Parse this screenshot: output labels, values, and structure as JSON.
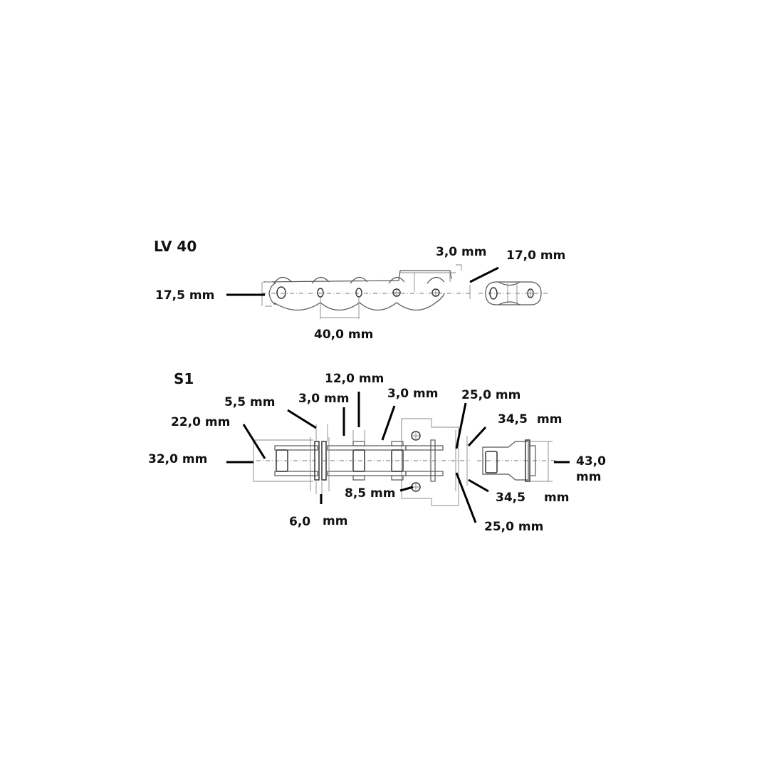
{
  "lv40": {
    "title": "LV 40",
    "dims": {
      "height": "17,5 mm",
      "pitch": "40,0 mm",
      "plate_thickness": "3,0 mm",
      "attachment_height": "17,0 mm"
    }
  },
  "s1": {
    "title": "S1",
    "dims": {
      "inner_width": "22,0 mm",
      "outer_width": "32,0 mm",
      "pin_diameter": "5,5 mm",
      "plate_a": "3,0 mm",
      "bushing": "12,0 mm",
      "plate_b": "3,0 mm",
      "hole_offset_top": "25,0 mm",
      "span_top_value": "34,5",
      "span_top_unit": "mm",
      "total_width_value": "43,0",
      "total_width_unit": "mm",
      "span_bottom_value": "34,5",
      "span_bottom_unit": "mm",
      "hole_offset_bottom": "25,0 mm",
      "hole_diameter": "8,5 mm",
      "pin_head_value": "6,0",
      "pin_head_unit": "mm"
    }
  }
}
